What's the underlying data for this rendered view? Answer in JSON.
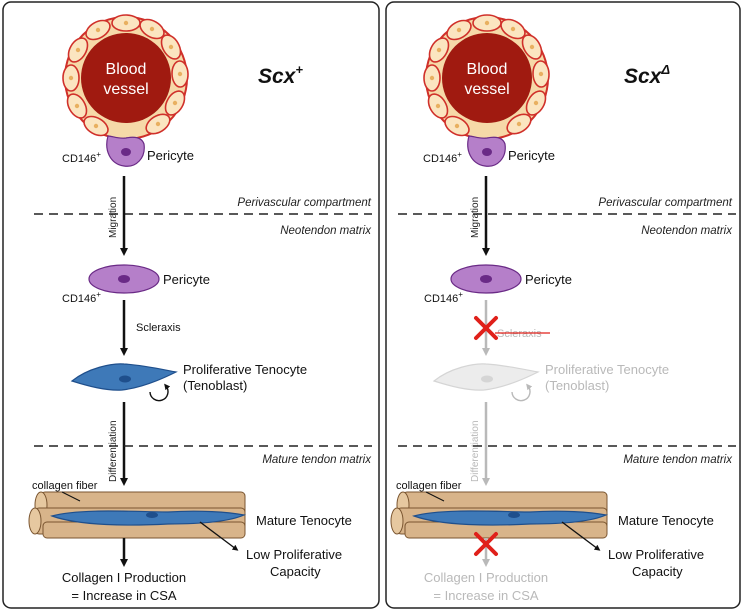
{
  "panels": [
    {
      "title": "Scx",
      "title_sup": "+",
      "blood_vessel": [
        "Blood",
        "vessel"
      ],
      "cd146_top": "CD146",
      "cd146_top_sup": "+",
      "pericyte_top": "Pericyte",
      "perivascular_label": "Perivascular compartment",
      "neotendon_label": "Neotendon matrix",
      "migration_label": "Migration",
      "pericyte_mid": "Pericyte",
      "cd146_mid": "CD146",
      "cd146_mid_sup": "+",
      "scleraxis_label": "Scleraxis",
      "tenocyte_label_1": "Proliferative Tenocyte",
      "tenocyte_label_2": "(Tenoblast)",
      "differentiation_label": "Differentiation",
      "mature_matrix_label": "Mature tendon matrix",
      "collagen_fiber_label": "collagen fiber",
      "mature_tenocyte_label": "Mature Tenocyte",
      "low_prolif_1": "Low Proliferative",
      "low_prolif_2": "Capacity",
      "collagen_prod_1": "Collagen I Production",
      "collagen_prod_2": "= Increase in CSA"
    },
    {
      "title": "Scx",
      "title_sup": "Δ",
      "blood_vessel": [
        "Blood",
        "vessel"
      ],
      "cd146_top": "CD146",
      "cd146_top_sup": "+",
      "pericyte_top": "Pericyte",
      "perivascular_label": "Perivascular compartment",
      "neotendon_label": "Neotendon matrix",
      "migration_label": "Migration",
      "pericyte_mid": "Pericyte",
      "cd146_mid": "CD146",
      "cd146_mid_sup": "+",
      "scleraxis_label": "Scleraxis",
      "tenocyte_label_1": "Proliferative Tenocyte",
      "tenocyte_label_2": "(Tenoblast)",
      "differentiation_label": "Differentiation",
      "mature_matrix_label": "Mature tendon matrix",
      "collagen_fiber_label": "collagen fiber",
      "mature_tenocyte_label": "Mature Tenocyte",
      "low_prolif_1": "Low Proliferative",
      "low_prolif_2": "Capacity",
      "collagen_prod_1": "Collagen I Production",
      "collagen_prod_2": "= Increase in CSA"
    }
  ],
  "colors": {
    "vessel": "#a01a10",
    "endothelium": "#fbe5c0",
    "pericyte": "#b57fc9",
    "pericyte_nucleus": "#6a2a86",
    "tenoblast": "#3e79b8",
    "tenoblast_nucleus": "#1f4f8c",
    "collagen": "#d8b48a",
    "faded": "#b9b9b9",
    "cross": "#e0201a"
  }
}
